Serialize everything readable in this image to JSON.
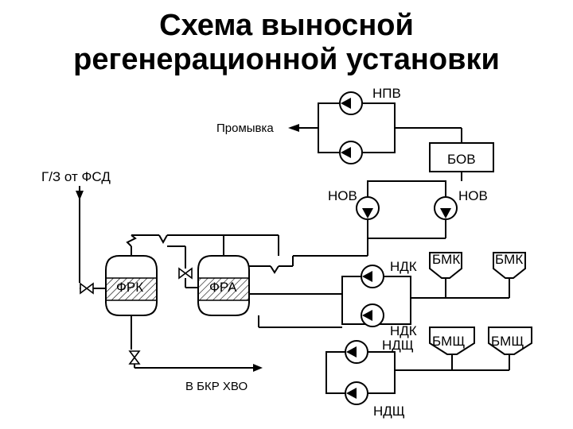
{
  "title": {
    "line1": "Схема выносной",
    "line2": "регенерационной установки"
  },
  "labels": {
    "npv": "НПВ",
    "promyvka": "Промывка",
    "bov": "БОВ",
    "gz": "Г/З от ФСД",
    "nov_left": "НОВ",
    "nov_right": "НОВ",
    "ndk_top": "НДК",
    "bmk_1": "БМК",
    "bmk_2": "БМК",
    "frk": "ФРК",
    "fra": "ФРА",
    "ndk_mid": "НДК",
    "ndsh_mid": "НДЩ",
    "bmsh_1": "БМЩ",
    "bmsh_2": "БМЩ",
    "v_bkr": "В БКР ХВО",
    "ndsh_bottom": "НДЩ"
  }
}
